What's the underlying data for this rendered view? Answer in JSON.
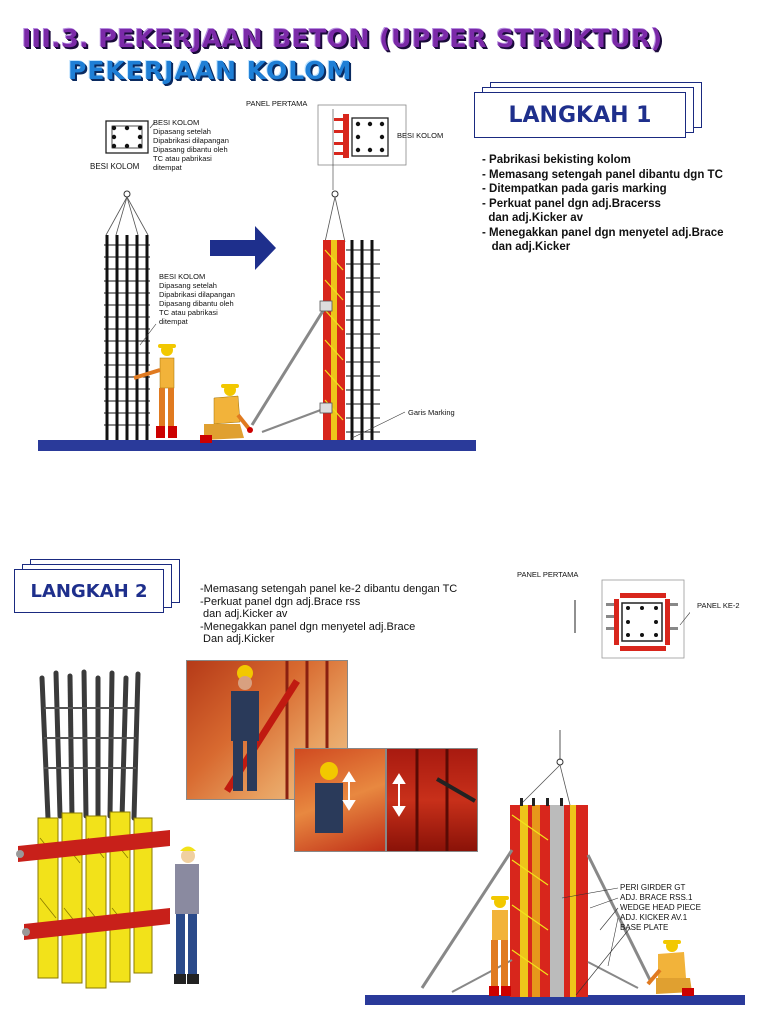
{
  "header": {
    "title": "III.3. PEKERJAAN BETON (UPPER STRUKTUR)",
    "subtitle": "PEKERJAAN KOLOM"
  },
  "step1": {
    "label": "LANGKAH 1",
    "items": [
      "- Pabrikasi bekisting kolom",
      "- Memasang setengah panel dibantu dgn TC",
      "- Ditempatkan pada garis marking",
      "- Perkuat panel dgn adj.Bracerss",
      "  dan adj.Kicker av",
      "- Menegakkan panel dgn menyetel adj.Brace",
      "   dan adj.Kicker"
    ]
  },
  "step2": {
    "label": "LANGKAH 2",
    "items": [
      "-Memasang setengah panel ke-2 dibantu dengan TC",
      "-Perkuat panel dgn adj.Brace rss",
      " dan adj.Kicker av",
      "-Menegakkan panel dgn menyetel adj.Brace",
      " Dan adj.Kicker"
    ]
  },
  "diagram1": {
    "besi_kolom_note": [
      "BESI KOLOM",
      "Dipasang setelah",
      "Dipabrikasi dilapangan",
      "Dipasang dibantu oleh",
      "TC atau pabrikasi",
      "ditempat"
    ],
    "besi_kolom_label": "BESI KOLOM",
    "besi_kolom_note2": [
      "BESI KOLOM",
      "Dipasang setelah",
      "Dipabrikasi dilapangan",
      "Dipasang dibantu oleh",
      "TC atau pabrikasi",
      "ditempat"
    ],
    "panel_pertama": "PANEL PERTAMA",
    "besi_kolom_right": "BESI KOLOM",
    "garis_marking": "Garis Marking"
  },
  "diagram2": {
    "panel_pertama": "PANEL PERTAMA",
    "panel_ke2": "PANEL KE-2",
    "legend": [
      "PERI GIRDER GT",
      "ADJ. BRACE RSS.1",
      "WEDGE HEAD PIECE",
      "ADJ. KICKER AV.1",
      "BASE PLATE"
    ]
  },
  "colors": {
    "accent_blue": "#1e2f8c",
    "title_purple": "#7b2aa8",
    "title_blue": "#1f7fd6",
    "formwork_red": "#d8261c",
    "formwork_yellow": "#f2e21a",
    "floor_blue": "#2a3a9a"
  }
}
